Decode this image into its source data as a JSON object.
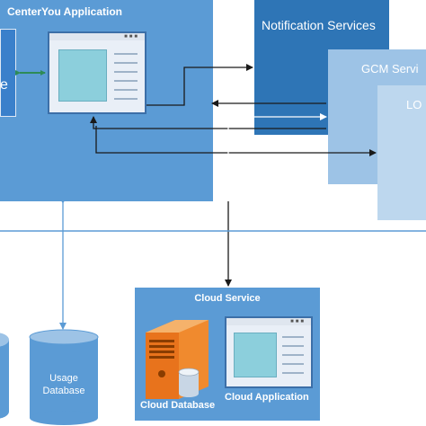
{
  "app_panel": {
    "title": "CenterYou Application",
    "left_text": "e"
  },
  "notification_panel": {
    "title": "Notification Services"
  },
  "gcm_panel": {
    "title": "GCM Servi"
  },
  "loc_panel": {
    "title": "LO"
  },
  "cloud_panel": {
    "title": "Cloud Service",
    "database_label": "Cloud Database",
    "application_label": "Cloud Application"
  },
  "usage_db": {
    "label_line1": "Usage",
    "label_line2": "Database"
  },
  "colors": {
    "panel_blue": "#5b9bd5",
    "dark_blue": "#2e75b6",
    "light_blue": "#9dc3e6",
    "lighter_blue": "#bdd7ee",
    "server_orange": "#e8731c",
    "connector_green": "#2e8b57"
  }
}
